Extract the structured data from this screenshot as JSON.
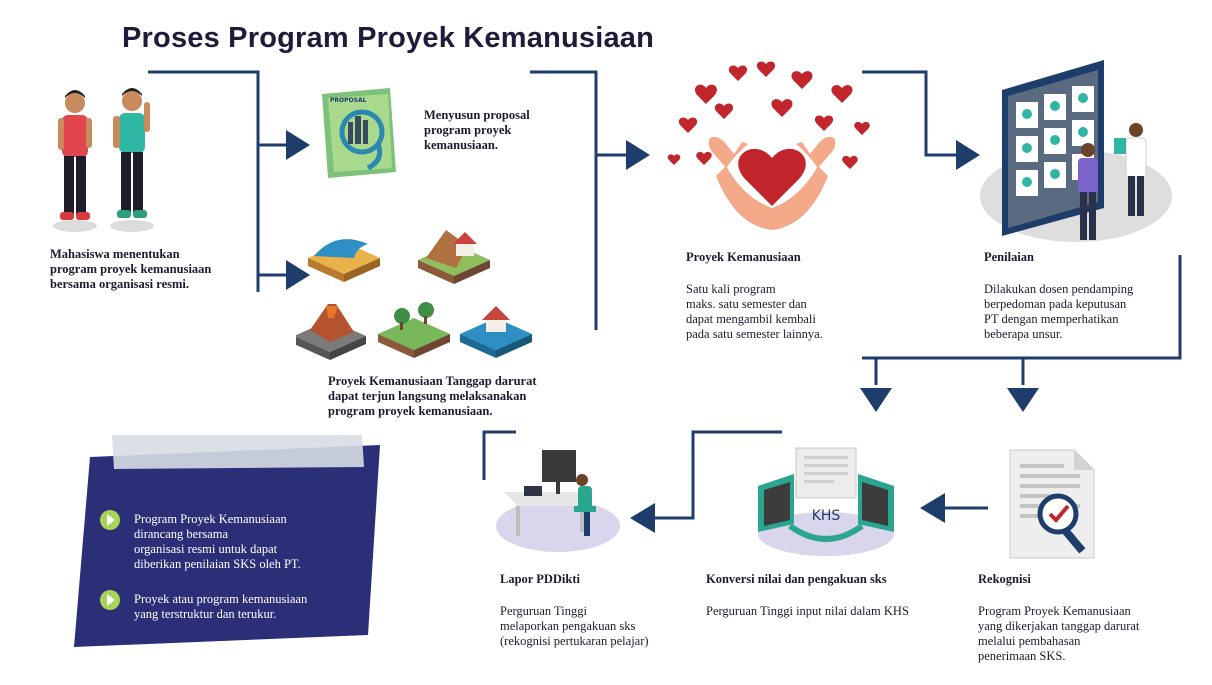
{
  "title": "Proses Program Proyek Kemanusiaan",
  "steps": {
    "mahasiswa": "Mahasiswa menentukan\nprogram proyek kemanusiaan\nbersama organisasi resmi.",
    "proposal": "Menyusun proposal\nprogram proyek\nkemanusiaan.",
    "proposal_cover": "PROPOSAL",
    "tanggap": "Proyek Kemanusiaan Tanggap darurat\ndapat terjun langsung melaksanakan\nprogram proyek kemanusiaan.",
    "proyek_title": "Proyek Kemanusiaan",
    "proyek_desc": "Satu kali program\nmaks. satu semester dan\ndapat mengambil kembali\npada satu semester lainnya.",
    "penilaian_title": "Penilaian",
    "penilaian_desc": "Dilakukan dosen pendamping\nberpedoman pada keputusan\nPT dengan memperhatikan\nbeberapa unsur.",
    "rekognisi_title": "Rekognisi",
    "rekognisi_desc": "Program Proyek Kemanusiaan\nyang dikerjakan tanggap darurat\nmelalui pembahasan\npenerimaan SKS.",
    "konversi_title": "Konversi nilai dan pengakuan sks",
    "konversi_desc": "Perguruan Tinggi input nilai dalam KHS",
    "khs_label": "KHS",
    "lapor_title": "Lapor PDDikti",
    "lapor_desc": "Perguruan Tinggi\nmelaporkan pengakuan sks\n(rekognisi pertukaran pelajar)"
  },
  "notes": [
    "Program Proyek Kemanusiaan\ndirancang bersama\norganisasi resmi untuk dapat\ndiberikan penilaian SKS oleh PT.",
    "Proyek atau program kemanusiaan\nyang terstruktur dan terukur."
  ],
  "colors": {
    "navy": "#1f3d6b",
    "note_bg": "#2a2f78",
    "bullet": "#a8d35a",
    "heart": "#c0262c"
  }
}
